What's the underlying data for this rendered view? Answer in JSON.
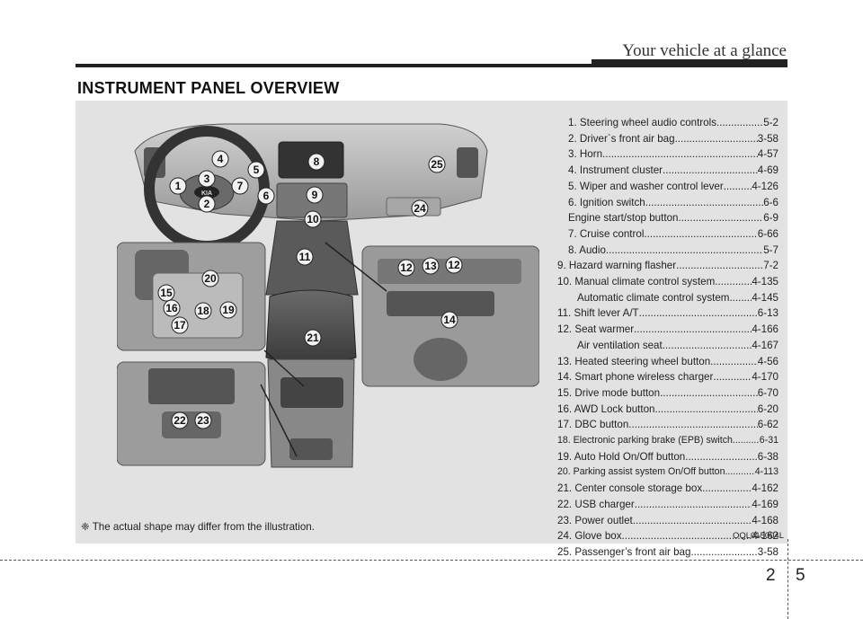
{
  "header": {
    "title": "Your vehicle at a glance"
  },
  "section": {
    "title": "INSTRUMENT PANEL OVERVIEW"
  },
  "legend": [
    {
      "label": "1. Steering wheel audio controls",
      "page": "5-2"
    },
    {
      "label": "2. Driver`s front air bag",
      "page": "3-58"
    },
    {
      "label": "3. Horn",
      "page": "4-57"
    },
    {
      "label": "4. Instrument cluster",
      "page": "4-69"
    },
    {
      "label": "5. Wiper and washer control lever",
      "page": "4-126"
    },
    {
      "label": "6. Ignition switch",
      "page": "6-6"
    },
    {
      "label": "Engine start/stop button",
      "page": "6-9"
    },
    {
      "label": "7. Cruise control",
      "page": "6-66"
    },
    {
      "label": "8. Audio",
      "page": "5-7"
    },
    {
      "label": "9. Hazard warning flasher",
      "page": "7-2"
    },
    {
      "label": "10. Manual climate control system",
      "page": "4-135"
    },
    {
      "label": "Automatic climate control system",
      "page": "4-145"
    },
    {
      "label": "11. Shift lever A/T",
      "page": "6-13"
    },
    {
      "label": "12. Seat warmer",
      "page": "4-166"
    },
    {
      "label": "Air ventilation seat",
      "page": "4-167"
    },
    {
      "label": "13. Heated steering wheel button",
      "page": "4-56"
    },
    {
      "label": "14. Smart phone wireless charger",
      "page": "4-170"
    },
    {
      "label": "15. Drive mode button",
      "page": "6-70"
    },
    {
      "label": "16. AWD Lock button",
      "page": "6-20"
    },
    {
      "label": "17. DBC button",
      "page": "6-62"
    },
    {
      "label": "18. Electronic parking brake (EPB) switch",
      "page": "6-31"
    },
    {
      "label": "19. Auto Hold On/Off button",
      "page": "6-38"
    },
    {
      "label": "20. Parking assist system On/Off button",
      "page": "4-113"
    },
    {
      "label": "21. Center console storage box",
      "page": "4-162"
    },
    {
      "label": "22. USB charger",
      "page": "4-169"
    },
    {
      "label": "23. Power outlet",
      "page": "4-168"
    },
    {
      "label": "24. Glove box",
      "page": "4-162"
    },
    {
      "label": "25. Passenger’s front air bag",
      "page": "3-58"
    }
  ],
  "illustration": {
    "callouts": [
      "1",
      "2",
      "3",
      "4",
      "5",
      "6",
      "7",
      "8",
      "9",
      "10",
      "11",
      "12",
      "13",
      "12",
      "14",
      "15",
      "16",
      "17",
      "18",
      "19",
      "20",
      "21",
      "22",
      "23",
      "24",
      "25"
    ],
    "logo": "KIA"
  },
  "note": "❈ The actual shape may differ from the illustration.",
  "figure_code": "OQL015004L",
  "page": {
    "chapter": "2",
    "number": "5"
  }
}
